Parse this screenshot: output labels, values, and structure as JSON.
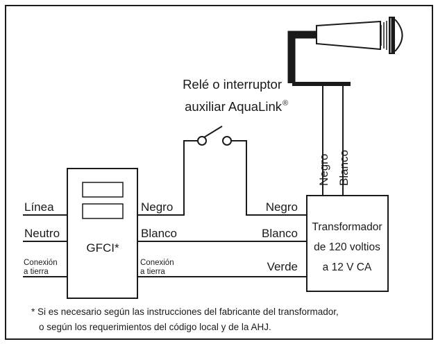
{
  "relay": {
    "title_line1": "Relé o interruptor",
    "title_line2": "auxiliar AquaLink",
    "registered_mark": "®"
  },
  "gfci": {
    "label": "GFCI*"
  },
  "inputs": {
    "line": "Línea",
    "neutral": "Neutro",
    "ground_line1": "Conexión",
    "ground_line2": "a tierra"
  },
  "gfci_outputs": {
    "black": "Negro",
    "white": "Blanco",
    "ground_line1": "Conexión",
    "ground_line2": "a tierra"
  },
  "transformer_inputs": {
    "black": "Negro",
    "white": "Blanco",
    "green": "Verde"
  },
  "transformer": {
    "line1": "Transformador",
    "line2": "de 120 voltios",
    "line3": "a 12 V CA"
  },
  "light_leads": {
    "black": "Negro",
    "white": "Blanco"
  },
  "footnote": {
    "line1": "* Si es necesario según las instrucciones del fabricante del transformador,",
    "line2": "o según los requerimientos del código local y de la AHJ."
  }
}
